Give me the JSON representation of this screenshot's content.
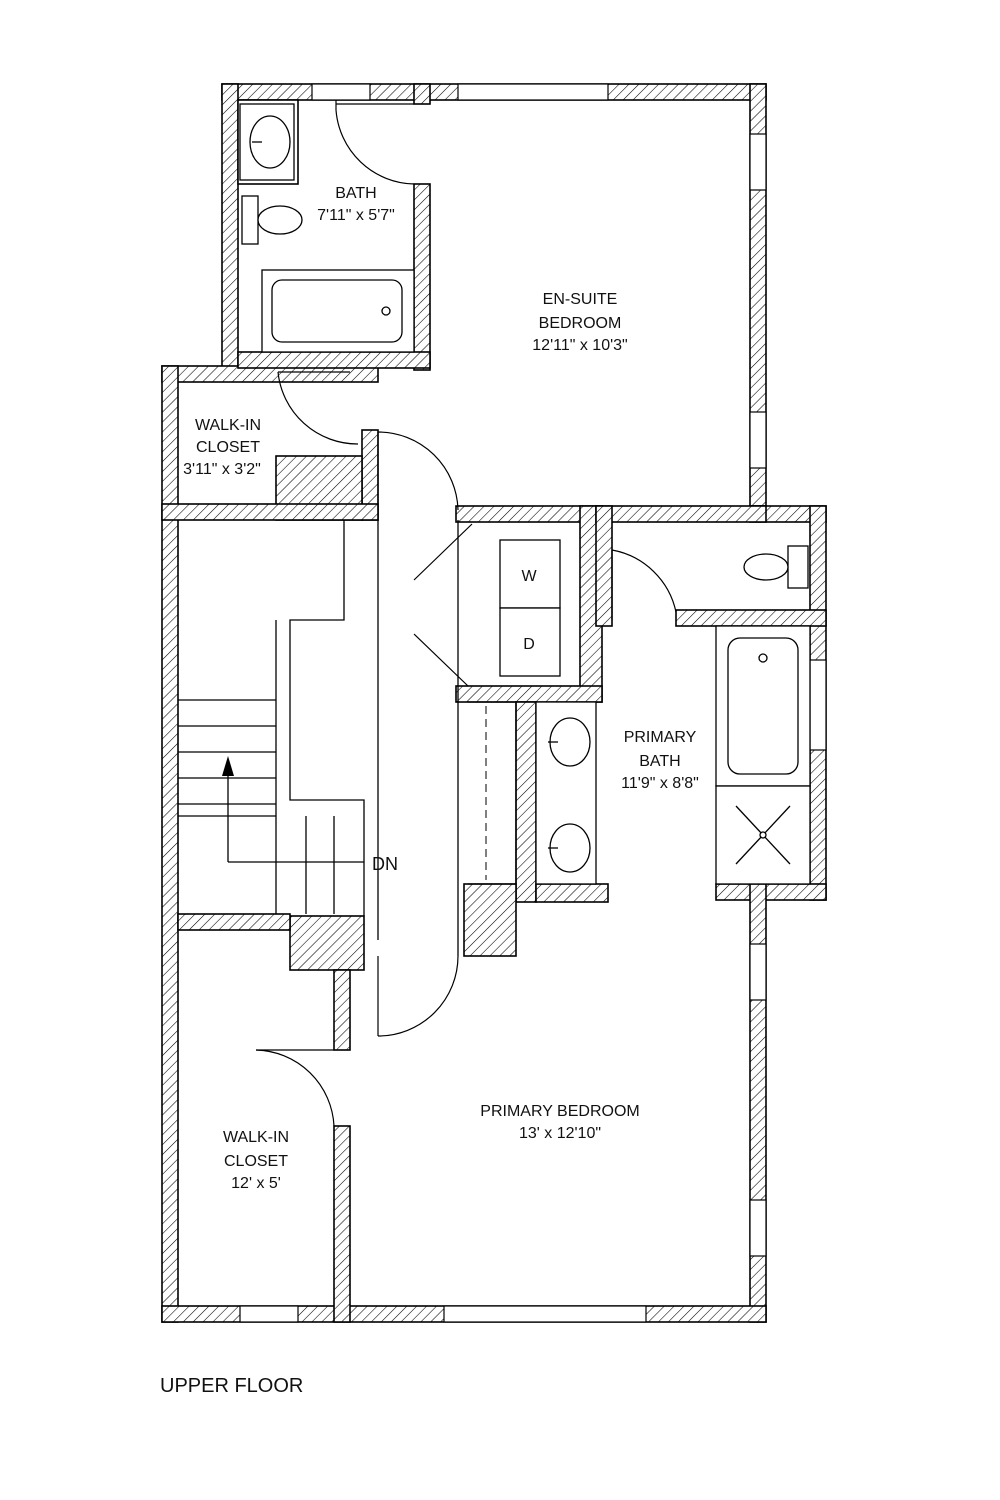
{
  "title": "UPPER FLOOR",
  "rooms": {
    "bath": {
      "name": "BATH",
      "dims": "7'11\" x 5'7\""
    },
    "ensuite_bedroom": {
      "name_line1": "EN-SUITE",
      "name_line2": "BEDROOM",
      "dims": "12'11\" x 10'3\""
    },
    "walkin_closet_top": {
      "name_line1": "WALK-IN",
      "name_line2": "CLOSET",
      "dims": "3'11\" x 3'2\""
    },
    "primary_bath": {
      "name_line1": "PRIMARY",
      "name_line2": "BATH",
      "dims": "11'9\" x 8'8\""
    },
    "primary_bedroom": {
      "name": "PRIMARY BEDROOM",
      "dims": "13' x 12'10\""
    },
    "walkin_closet_bottom": {
      "name_line1": "WALK-IN",
      "name_line2": "CLOSET",
      "dims": "12' x 5'"
    }
  },
  "appliances": {
    "washer": "W",
    "dryer": "D"
  },
  "stairs": {
    "label": "DN"
  }
}
